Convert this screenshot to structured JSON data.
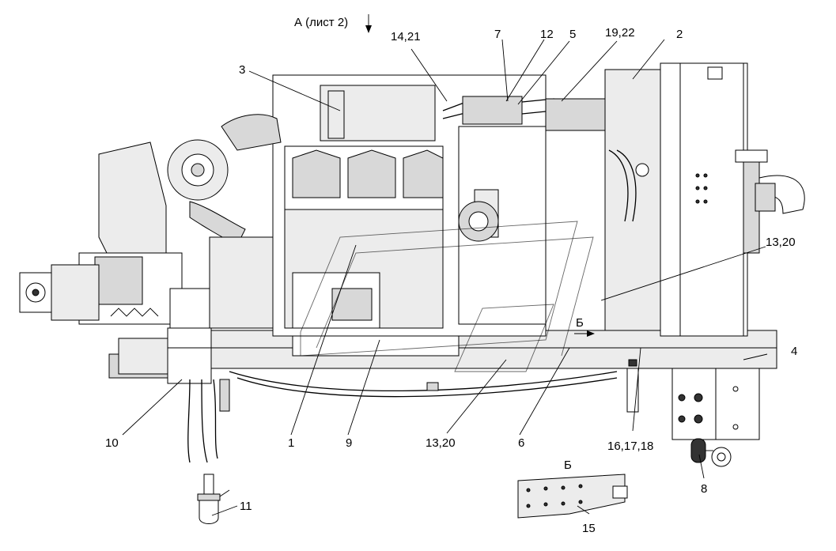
{
  "view_labels": {
    "view_a": "А (лист 2)",
    "view_b_arrow": "Б",
    "view_b_detail": "Б"
  },
  "callouts": {
    "c1": "1",
    "c2": "2",
    "c3": "3",
    "c4": "4",
    "c5": "5",
    "c6": "6",
    "c7": "7",
    "c8": "8",
    "c9": "9",
    "c10": "10",
    "c11": "11",
    "c12": "12",
    "c13_20_top": "13,20",
    "c13_20_bottom": "13,20",
    "c14_21": "14,21",
    "c15": "15",
    "c16_17_18": "16,17,18",
    "c19_22": "19,22"
  }
}
